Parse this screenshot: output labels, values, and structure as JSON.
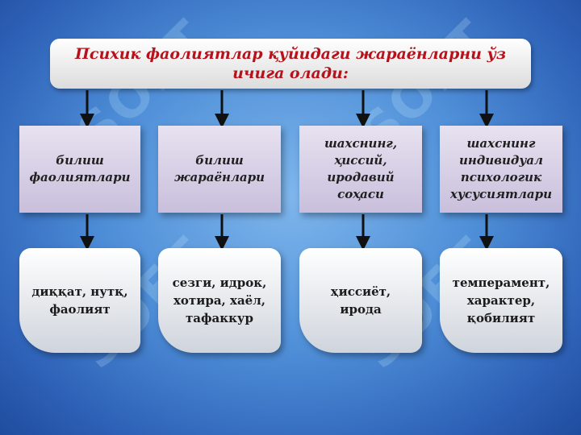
{
  "title": "Психик фаолиятлар  қуйидаги жараёнларни ўз ичига олади:",
  "watermark": "SOFT",
  "categories": [
    "билиш\nфаолиятлари",
    "билиш\nжараёнлари",
    "шахснинг,\nҳиссий,\nиродавий\nсоҳаси",
    "шахснинг\nиндивидуал\nпсихологик\nхусусиятлари"
  ],
  "details": [
    "диққат, нутқ,\nфаолият",
    "сезги, идрок,\nхотира, хаёл,\nтафаккур",
    "ҳиссиёт,\nирода",
    "темперамент,\nхарактер,\nқобилият"
  ]
}
